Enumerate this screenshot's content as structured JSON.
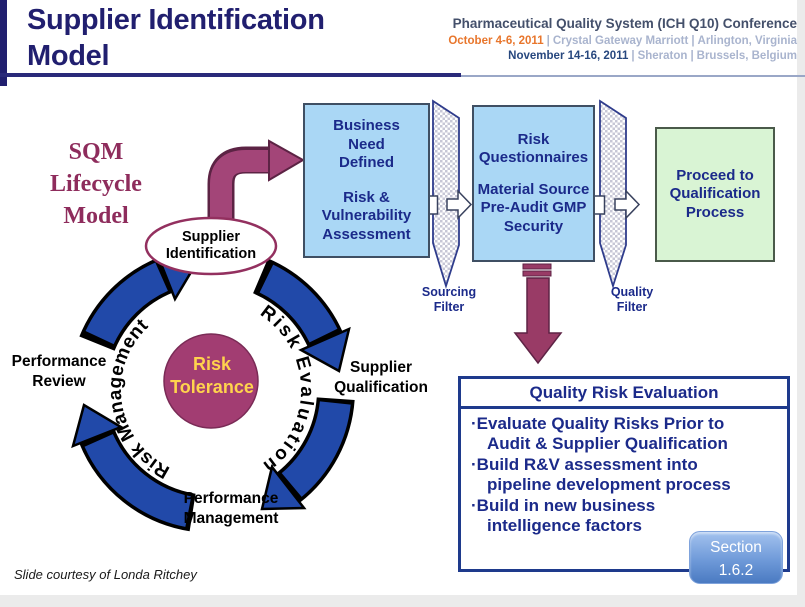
{
  "header": {
    "title_line1": "Supplier Identification",
    "title_line2": "Model",
    "conference": {
      "line1": "Pharmaceutical Quality System (ICH Q10) Conference",
      "date1": "October 4-6, 2011",
      "venue1": "Crystal Gateway Marriott",
      "loc1": "Arlington, Virginia",
      "date2": "November 14-16, 2011",
      "venue2": "Sheraton",
      "loc2": "Brussels, Belgium",
      "separator": "|"
    }
  },
  "lifecycle": {
    "heading_line1": "SQM",
    "heading_line2": "Lifecycle",
    "heading_line3": "Model",
    "oval_line1": "Supplier",
    "oval_line2": "Identification",
    "center_line1": "Risk",
    "center_line2": "Tolerance",
    "curved_left": "Risk Management",
    "curved_right": "Risk Evaluation",
    "label_left_line1": "Performance",
    "label_left_line2": "Review",
    "label_right_line1": "Supplier",
    "label_right_line2": "Qualification",
    "label_bottom_line1": "Performance",
    "label_bottom_line2": "Management"
  },
  "flow": {
    "box1": {
      "line1": "Business",
      "line2": "Need",
      "line3": "Defined",
      "line4": "Risk &",
      "line5": "Vulnerability",
      "line6": "Assessment"
    },
    "filter1_label_line1": "Sourcing",
    "filter1_label_line2": "Filter",
    "box2": {
      "line1": "Risk",
      "line2": "Questionnaires",
      "line3": "Material Source",
      "line4": "Pre-Audit GMP",
      "line5": "Security"
    },
    "filter2_label_line1": "Quality",
    "filter2_label_line2": "Filter",
    "box3": {
      "line1": "Proceed to",
      "line2": "Qualification",
      "line3": "Process"
    }
  },
  "qre": {
    "title": "Quality Risk Evaluation",
    "bullet_char": "·",
    "bullets": [
      {
        "line1": "Evaluate Quality Risks Prior to",
        "line2": "Audit & Supplier Qualification"
      },
      {
        "line1": "Build R&V assessment into",
        "line2": "pipeline development process"
      },
      {
        "line1": "Build in new business",
        "line2": "intelligence factors"
      }
    ]
  },
  "section_badge": {
    "line1": "Section",
    "line2": "1.6.2"
  },
  "footer": {
    "credit": "Slide courtesy of Londa Ritchey"
  },
  "colors": {
    "accent_navy": "#211f6f",
    "text_navy": "#1b2a8a",
    "maroon": "#9a3a6b",
    "arrow_blue": "#2149a9",
    "box_blue": "#aad7f5",
    "box_green": "#d9f4d4",
    "badge_blue": "#6f9ad9",
    "highlight_yellow": "#ffd34d",
    "date_orange": "#e8762c",
    "header_slate": "#44506b"
  }
}
